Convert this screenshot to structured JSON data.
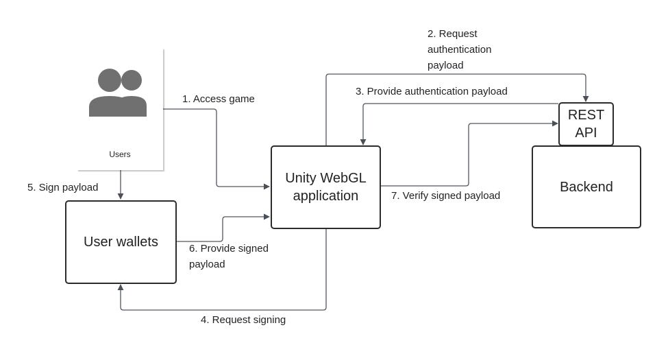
{
  "nodes": {
    "users": {
      "label": "Users"
    },
    "unity": {
      "line1": "Unity WebGL",
      "line2": "application"
    },
    "wallets": {
      "label": "User wallets"
    },
    "rest": {
      "line1": "REST",
      "line2": "API"
    },
    "backend": {
      "label": "Backend"
    }
  },
  "edges": {
    "e1": "1. Access game",
    "e2": [
      "2. Request",
      "authentication",
      "payload"
    ],
    "e3": "3. Provide authentication payload",
    "e4": "4. Request signing",
    "e5": "5. Sign payload",
    "e6": [
      "6. Provide signed",
      "payload"
    ],
    "e7": "7. Verify signed payload"
  },
  "colors": {
    "stroke": "#2b2b2b",
    "connector": "#505860",
    "icon": "#707070"
  }
}
